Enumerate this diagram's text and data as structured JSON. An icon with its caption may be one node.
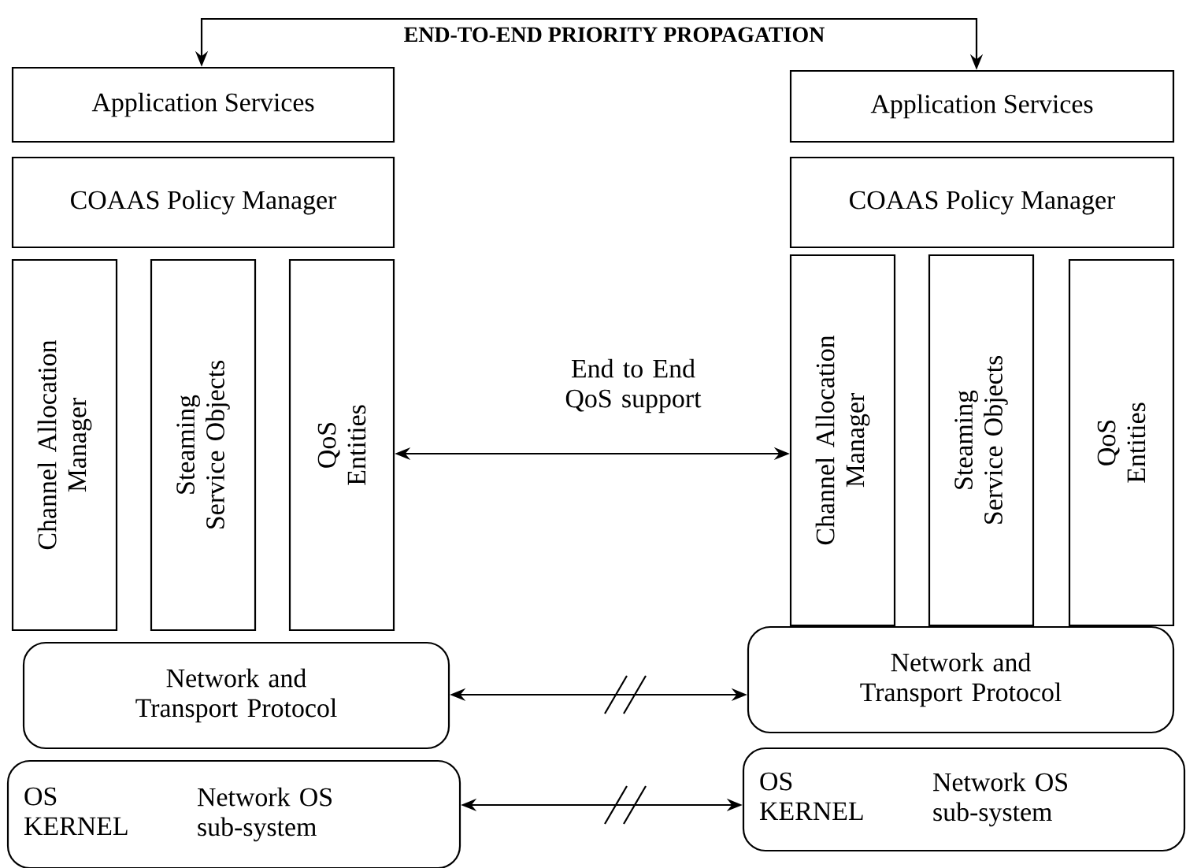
{
  "diagram": {
    "nodes": [
      {
        "text": [
          "Application Services"
        ]
      },
      {
        "text": [
          "COAAS Policy Manager"
        ]
      },
      {
        "text": [
          "Channel Allocation Manager"
        ]
      },
      {
        "text": [
          "Steaming Service Objects"
        ]
      },
      {
        "text": [
          "QoS Entities"
        ]
      },
      {
        "text": [
          "Application Services"
        ]
      },
      {
        "text": [
          "COAAS Policy Manager"
        ]
      },
      {
        "text": [
          "Channel Allocation Manager"
        ]
      },
      {
        "text": [
          "Steaming Service Objects"
        ]
      },
      {
        "text": [
          "QoS Entities"
        ]
      },
      {
        "text": [
          "Network and Transport Protocol"
        ]
      },
      {
        "text": [
          "Network and Transport Protocol"
        ]
      },
      {
        "text": [
          "OS KERNEL",
          "Network OS sub-system"
        ]
      },
      {
        "text": [
          "OS KERNEL",
          "Network OS sub-system"
        ]
      }
    ],
    "edges": [
      {
        "from": 0,
        "to": 5,
        "arrow": "both",
        "label": "END-TO-END PRIORITY PROPAGATION"
      },
      {
        "from": 4,
        "to": 7,
        "arrow": "both",
        "label": "End to End QoS support"
      },
      {
        "from": 10,
        "to": 11,
        "arrow": "both"
      },
      {
        "from": 12,
        "to": 13,
        "arrow": "both"
      }
    ]
  }
}
